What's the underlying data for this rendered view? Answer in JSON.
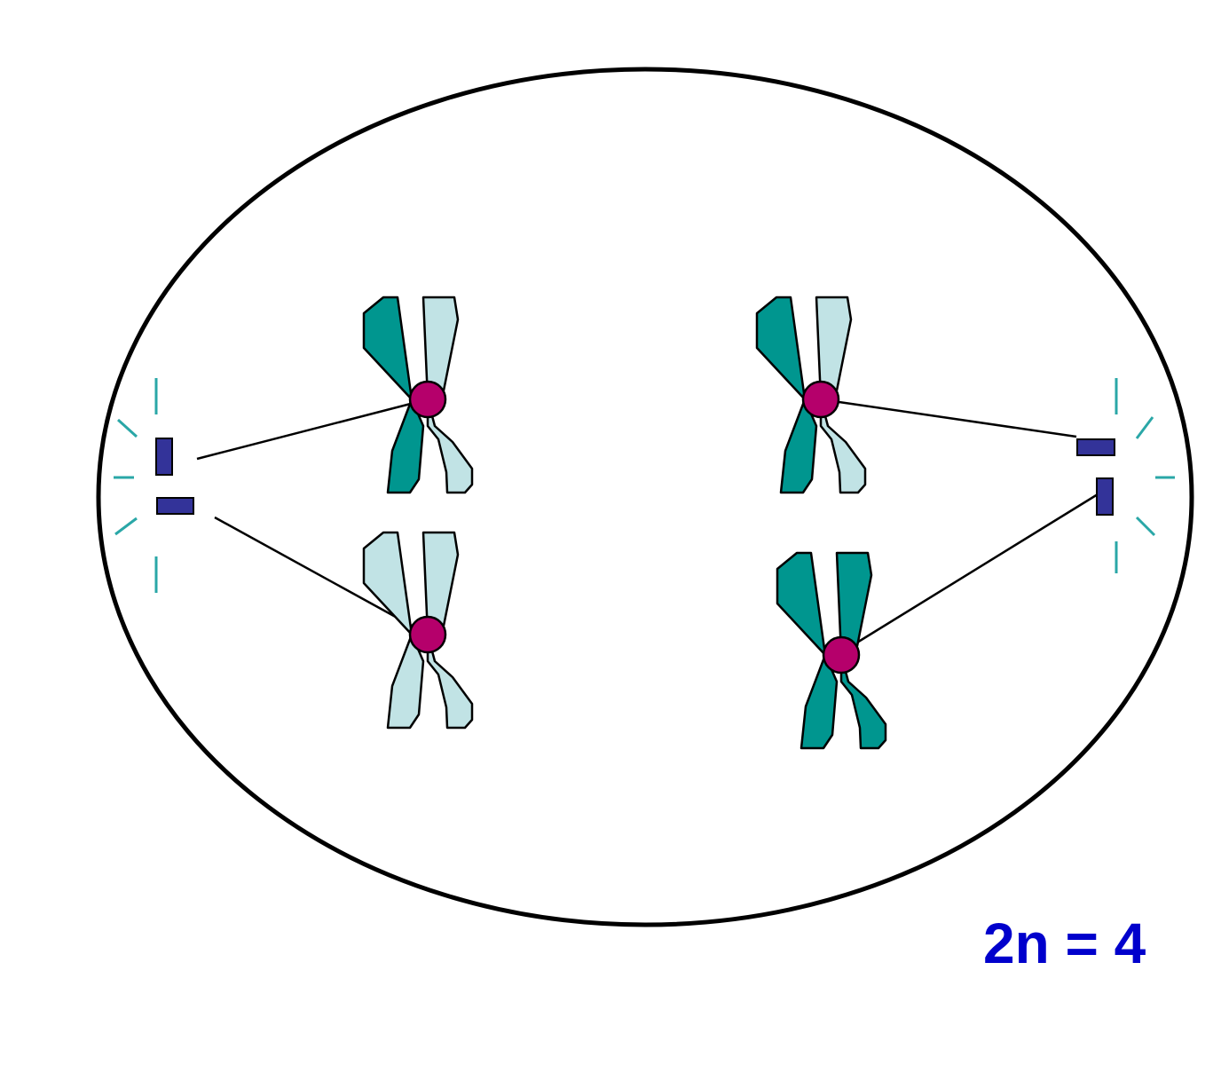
{
  "diagram": {
    "label": "2n = 4",
    "chromosome_count": 4,
    "colors": {
      "dark_chromatid": "#00968f",
      "light_chromatid": "#c1e3e5",
      "centromere": "#b5006b",
      "centrosome": "#333399",
      "aster": "#2aa7a7",
      "label": "#0000cc",
      "outline": "#000000"
    },
    "chromosomes": [
      {
        "id": "upper-left",
        "pole": "left",
        "chromatids": [
          "dark",
          "light"
        ]
      },
      {
        "id": "lower-left",
        "pole": "left",
        "chromatids": [
          "light",
          "light"
        ]
      },
      {
        "id": "upper-right",
        "pole": "right",
        "chromatids": [
          "dark",
          "light"
        ]
      },
      {
        "id": "lower-right",
        "pole": "right",
        "chromatids": [
          "dark",
          "dark"
        ]
      }
    ]
  }
}
